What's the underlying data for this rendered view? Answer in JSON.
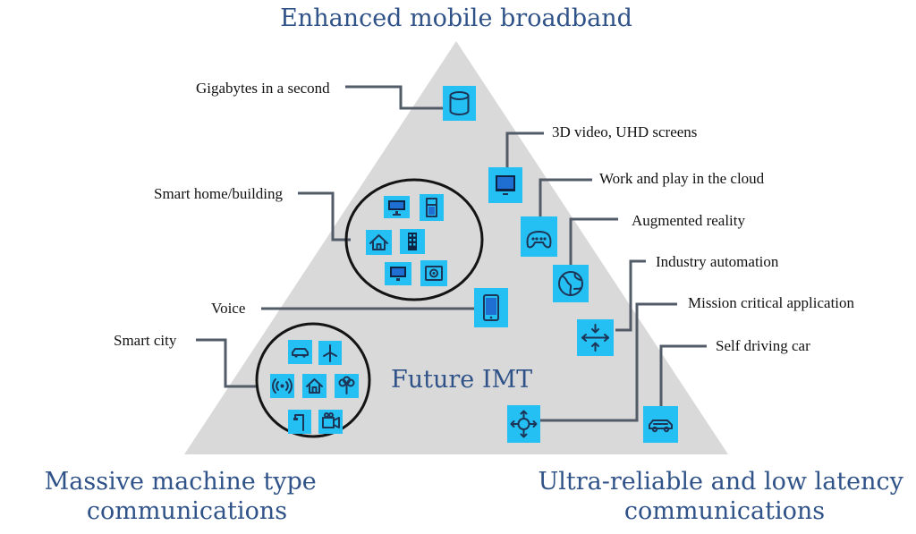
{
  "corners": {
    "top": "Enhanced mobile broadband",
    "bottom_left": [
      "Massive machine type",
      "communications"
    ],
    "bottom_right": [
      "Ultra-reliable and low latency",
      "communications"
    ]
  },
  "center": "Future IMT",
  "callouts": {
    "gigabytes": "Gigabytes in a second",
    "video": "3D video, UHD screens",
    "cloud": "Work and play in the cloud",
    "ar": "Augmented reality",
    "industry": "Industry automation",
    "mission": "Mission critical application",
    "selfdriving": "Self driving car",
    "smarthome": "Smart home/building",
    "voice": "Voice",
    "smartcity": "Smart city"
  },
  "colors": {
    "triangle": "#d9d9d9",
    "title_text": "#2f5288",
    "icon_tile": "#25c0f3",
    "connector": "#525c68"
  },
  "icons": {
    "gigabytes": "database-icon",
    "video": "display-icon",
    "cloud": "gamepad-icon",
    "ar": "globe-icon",
    "industry": "arrows-in-icon",
    "selfdriving": "car-icon",
    "mission": "crosshair-icon",
    "voice": "phone-icon",
    "smarthome_cluster": [
      "monitor-icon",
      "fridge-icon",
      "home-icon",
      "building-icon",
      "tv-icon",
      "washer-icon"
    ],
    "smartcity_cluster": [
      "car-icon",
      "windmill-icon",
      "broadcast-icon",
      "home-icon",
      "tree-icon",
      "streetlight-icon",
      "camera-icon"
    ]
  }
}
